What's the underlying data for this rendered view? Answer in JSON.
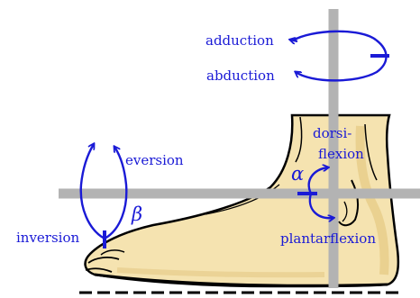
{
  "labels": {
    "adduction": "adduction",
    "abduction": "abduction",
    "dorsiflexion_line1": "dorsi-",
    "dorsiflexion_line2": "flexion",
    "plantarflexion": "plantarflexion",
    "eversion": "eversion",
    "inversion": "inversion",
    "alpha": "α",
    "beta": "β"
  },
  "colors": {
    "axis": "#b3b3b3",
    "annotation": "#1a1ad6",
    "skin": "#f5e3b0",
    "skin_shade": "#e9cf8a",
    "outline": "#000000"
  }
}
